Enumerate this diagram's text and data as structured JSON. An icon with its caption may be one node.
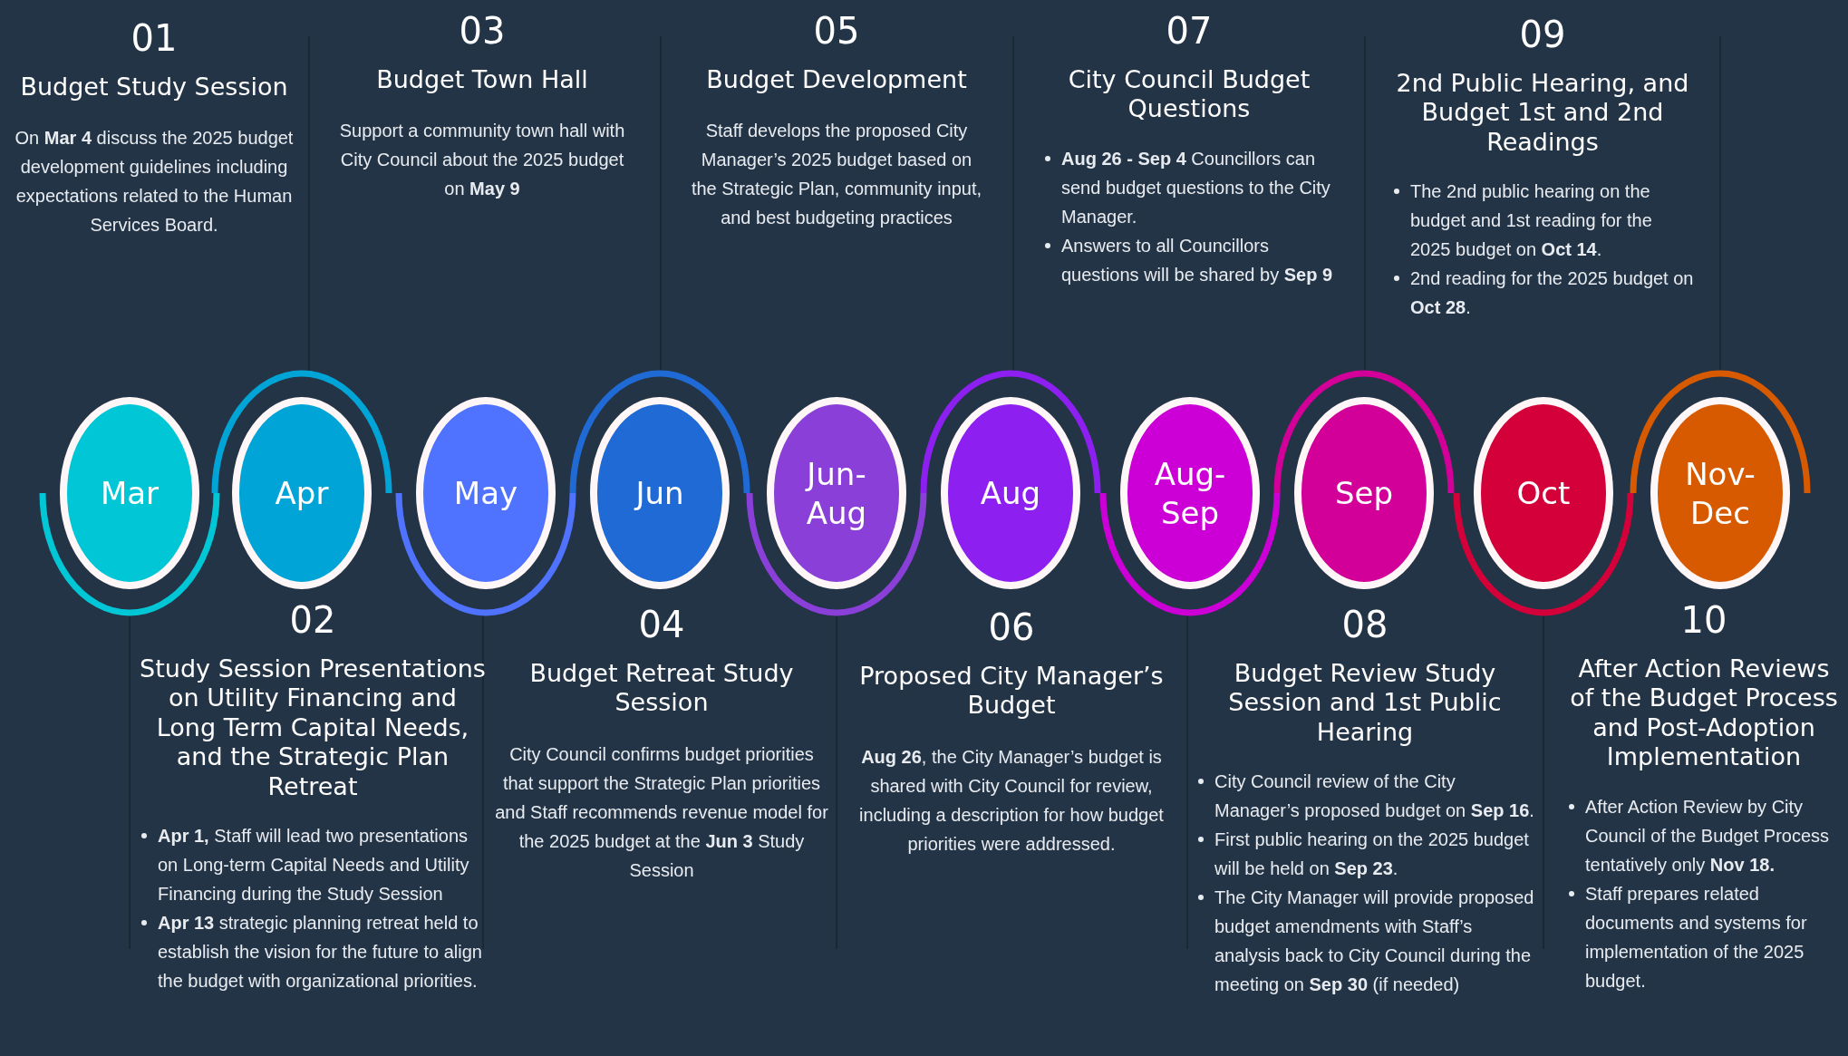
{
  "diagram": {
    "nodes": [
      {
        "text": [
          "Mar"
        ],
        "beside": [
          "01",
          "Budget Study Session",
          "On **Mar 4** discuss the 2025 budget development guidelines including expectations related to the Human Services Board."
        ]
      },
      {
        "text": [
          "Apr"
        ],
        "beside": [
          "02",
          "Study Session Presentations on Utility Financing and Long Term Capital Needs, and the Strategic Plan Retreat",
          "**Apr 1,** Staff will lead two presentations on Long-term Capital Needs and Utility Financing during the Study Session",
          "**Apr 13** strategic planning retreat held to establish the vision for the future to align the budget with organizational priorities."
        ]
      },
      {
        "text": [
          "May"
        ],
        "beside": [
          "03",
          "Budget Town Hall",
          "Support a community town hall with City Council about the 2025 budget on **May 9**"
        ]
      },
      {
        "text": [
          "Jun"
        ],
        "beside": [
          "04",
          "Budget Retreat Study Session",
          "City Council confirms budget priorities that support the Strategic Plan priorities and Staff recommends revenue model for the 2025 budget at the **Jun 3** Study Session"
        ]
      },
      {
        "text": [
          "Jun-Aug"
        ],
        "beside": [
          "05",
          "Budget Development",
          "Staff develops the proposed City Manager’s 2025 budget based on the Strategic Plan, community input, and best budgeting practices"
        ]
      },
      {
        "text": [
          "Aug"
        ],
        "beside": [
          "06",
          "Proposed City Manager’s Budget",
          "**Aug 26**, the City Manager’s budget is shared with City Council for review, including a description for how budget priorities were addressed."
        ]
      },
      {
        "text": [
          "Aug-Sep"
        ],
        "beside": [
          "07",
          "City Council Budget Questions",
          "**Aug 26 - Sep 4** Councillors can send budget questions to the City Manager.",
          "Answers to all Councillors questions will be shared by **Sep 9**"
        ]
      },
      {
        "text": [
          "Sep"
        ],
        "beside": [
          "08",
          "Budget Review Study Session and 1st Public Hearing",
          "City Council review of the City Manager’s proposed budget on **Sep 16**.",
          "First public hearing on the 2025 budget will be held on **Sep 23**.",
          "The City Manager will provide proposed budget amendments with Staff’s analysis back to City Council during the meeting on **Sep 30** (if needed)"
        ]
      },
      {
        "text": [
          "Oct"
        ],
        "beside": [
          "09",
          "2nd Public Hearing, and Budget 1st and 2nd Readings",
          "The 2nd public hearing on the budget and 1st reading for the 2025 budget on **Oct 14**.",
          "2nd reading for the 2025 budget on **Oct 28**."
        ]
      },
      {
        "text": [
          "Nov-Dec"
        ],
        "beside": [
          "10",
          "After Action Reviews of the Budget Process and Post-Adoption Implementation",
          "After Action Review by City Council of the Budget Process tentatively only **Nov 18.**",
          "Staff prepares related documents and systems for implementation of the 2025 budget."
        ]
      }
    ],
    "edges": []
  }
}
